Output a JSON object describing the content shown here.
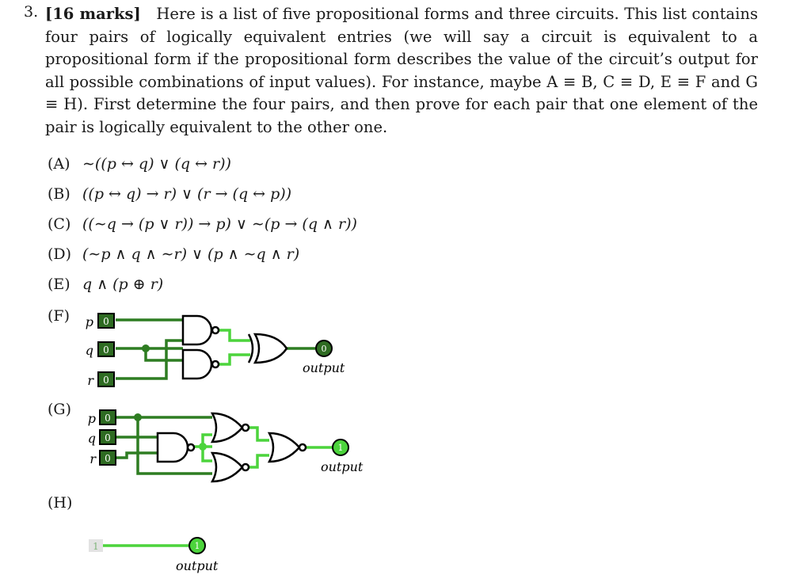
{
  "question": {
    "number": "3.",
    "marks": "[16 marks]",
    "text": "Here is a list of five propositional forms and three circuits. This list contains four pairs of logically equivalent entries (we will say a circuit is equivalent to a propositional form if the propositional form describes the value of the circuit’s output for all possible combinations of input values). For instance, maybe A ≡ B, C ≡ D, E ≡ F and G ≡ H). First determine the four pairs, and then prove for each pair that one element of the pair is logically equivalent to the other one."
  },
  "forms": [
    {
      "label": "(A)",
      "formula": "∼((p ↔ q) ∨ (q ↔ r))"
    },
    {
      "label": "(B)",
      "formula": "((p ↔ q) → r) ∨ (r → (q ↔ p))"
    },
    {
      "label": "(C)",
      "formula": "((∼q → (p ∨ r)) → p) ∨ ∼(p → (q ∧ r))"
    },
    {
      "label": "(D)",
      "formula": "(∼p ∧ q ∧ ∼r) ∨ (p ∧ ∼q ∧ r)"
    },
    {
      "label": "(E)",
      "formula": "q ∧ (p ⊕ r)"
    }
  ],
  "circuits": [
    {
      "label": "(F)",
      "inputs": [
        "p",
        "q",
        "r"
      ],
      "input_values": [
        "0",
        "0",
        "0"
      ],
      "output_value": "0",
      "output_label": "output"
    },
    {
      "label": "(G)",
      "inputs": [
        "p",
        "q",
        "r"
      ],
      "input_values": [
        "0",
        "0",
        "0"
      ],
      "output_value": "1",
      "output_label": "output"
    },
    {
      "label": "(H)",
      "constant_value": "1",
      "output_value": "1",
      "output_label": "output"
    }
  ],
  "colors": {
    "wire_off": "#2e7d22",
    "wire_on": "#4cd43c",
    "pin_fill": "#2e6b22"
  }
}
